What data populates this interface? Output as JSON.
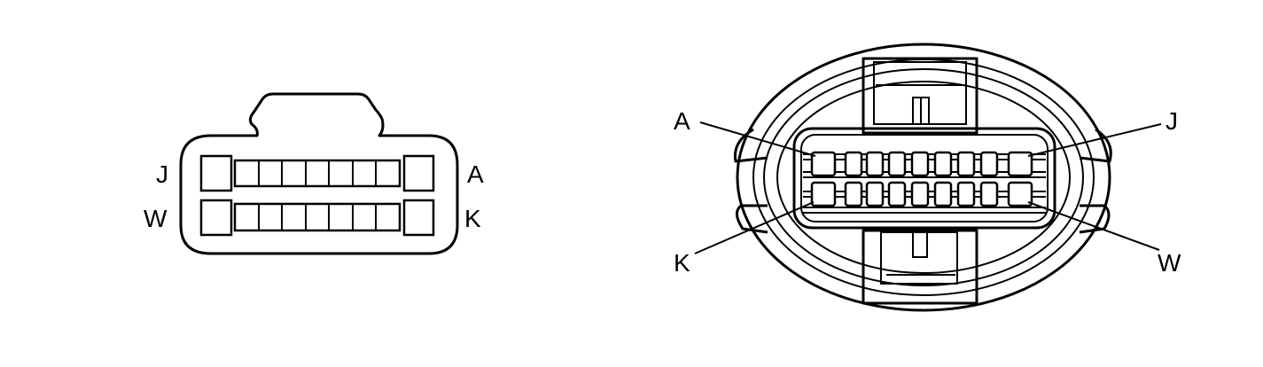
{
  "diagrams": [
    {
      "id": "connector-face-left",
      "labels": {
        "top_left": "J",
        "bottom_left": "W",
        "top_right": "A",
        "bottom_right": "K"
      }
    },
    {
      "id": "connector-face-right",
      "labels": {
        "top_left": "A",
        "top_right": "J",
        "bottom_left": "K",
        "bottom_right": "W"
      }
    }
  ],
  "colors": {
    "line": "#000000",
    "background": "#ffffff"
  }
}
